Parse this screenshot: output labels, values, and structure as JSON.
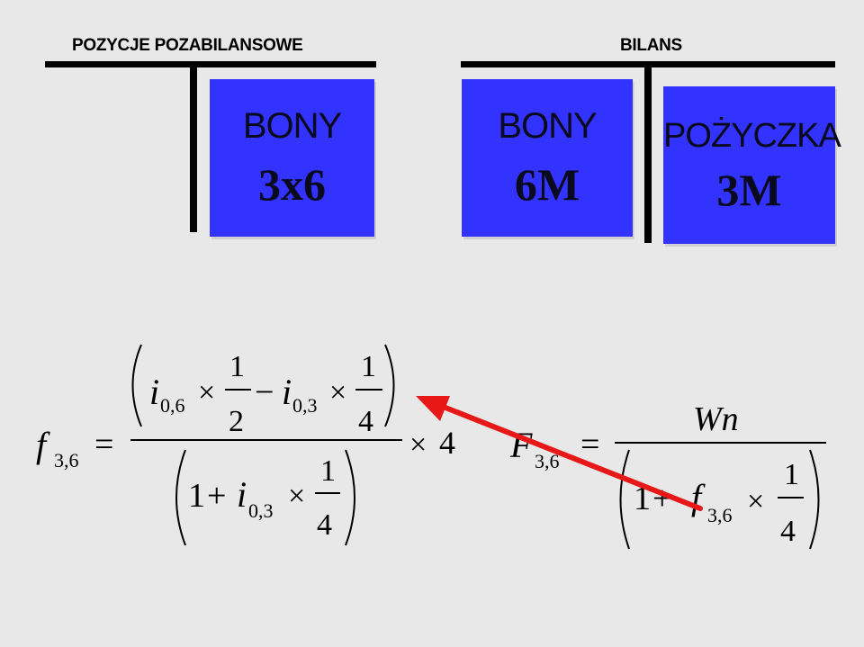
{
  "header": {
    "off_balance_label": "POZYCJE POZABILANSOWE",
    "balance_label": "BILANS"
  },
  "cards": {
    "off_balance_bony": {
      "title": "BONY",
      "value": "3x6"
    },
    "balance_bony": {
      "title": "BONY",
      "value": "6M"
    },
    "balance_loan": {
      "title": "POŻYCZKA",
      "value": "3M"
    }
  },
  "colors": {
    "card_blue": "#3333ff",
    "arrow_red": "#e81818",
    "background": "#e8e8e8"
  },
  "formula_left": {
    "lhs_var": "f",
    "lhs_sub": "3,6",
    "eq": "=",
    "num_i1": "i",
    "num_i1_sub": "0,6",
    "frac1_num": "1",
    "frac1_den": "2",
    "minus": "−",
    "num_i2": "i",
    "num_i2_sub": "0,3",
    "frac2_num": "1",
    "frac2_den": "4",
    "den_one": "1",
    "plus": "+",
    "den_i": "i",
    "den_i_sub": "0,3",
    "den_frac_num": "1",
    "den_frac_den": "4",
    "times": "×",
    "mult": "4"
  },
  "formula_right": {
    "lhs_var": "F",
    "lhs_sub": "3,6",
    "eq": "=",
    "numerator": "Wn",
    "den_one": "1",
    "plus": "+",
    "den_f": "f",
    "den_f_sub": "3,6",
    "times": "×",
    "frac_num": "1",
    "frac_den": "4"
  }
}
